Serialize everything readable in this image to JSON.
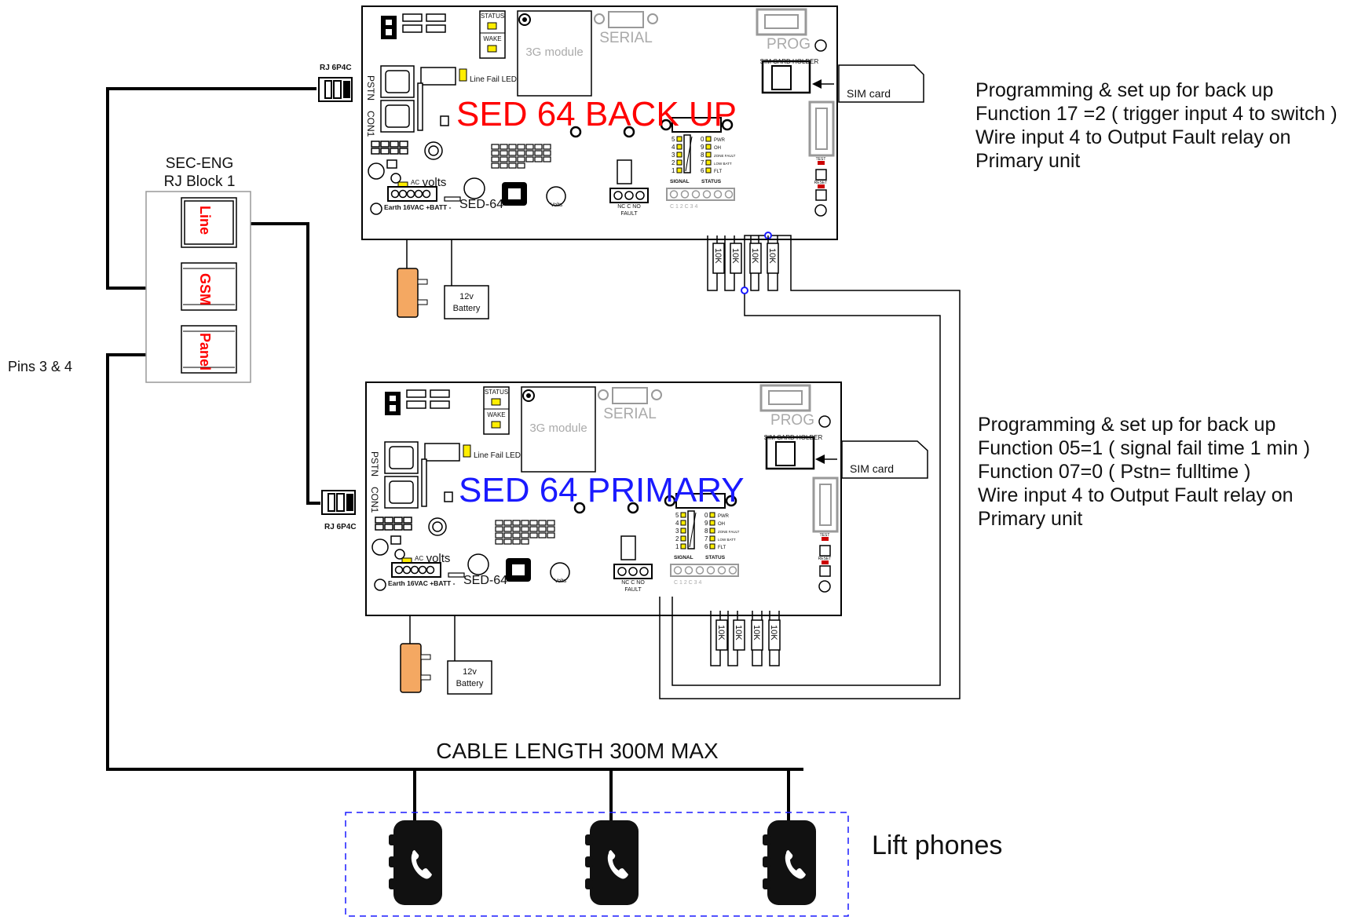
{
  "colors": {
    "backup": "#ff0000",
    "primary": "#1a1aff",
    "led": "#ffee00",
    "wire": "#000000",
    "gray": "#9a9a9a",
    "resistor": "#ffffff",
    "plug": "#f4a862"
  },
  "rj_block": {
    "title_line1": "SEC-ENG",
    "title_line2": "RJ Block 1",
    "ports": [
      "Line",
      "GSM",
      "Panel"
    ]
  },
  "pins_label": "Pins 3 & 4",
  "boards": [
    {
      "key": "backup",
      "title": "SED 64  BACK UP",
      "rj_label": "RJ  6P4C",
      "status": "STATUS",
      "wake": "WAKE",
      "module": "3G module",
      "serial": "SERIAL",
      "prog": "PROG",
      "sim_holder": "SIM CARD HOLDER",
      "line_fail": "Line Fail LED",
      "pstn": "PSTN",
      "con1": "CON1",
      "volts": "volts",
      "ac": "AC",
      "power_terminal": "Earth 16VAC +BATT -",
      "model": "SED-64",
      "volts_small": "Volts",
      "fault_terminals": "NC   C   NO",
      "fault": "FAULT",
      "signal_numbers": [
        "5",
        "4",
        "3",
        "2",
        "1"
      ],
      "status_numbers": [
        "0",
        "9",
        "8",
        "7",
        "6"
      ],
      "status_labels": [
        "PWR",
        "OH",
        "ZONE FAULT",
        "LOW BATT",
        "FLT"
      ],
      "signal_label": "SIGNAL",
      "status_label": "STATUS",
      "input_terminals": "C   1   2   C   3   4",
      "resistors": [
        "10K",
        "10K",
        "10K",
        "10K"
      ],
      "test": "TEST",
      "reset": "RESET",
      "battery_line1": "12v",
      "battery_line2": "Battery",
      "sim_card": "SIM card"
    },
    {
      "key": "primary",
      "title": "SED 64  PRIMARY",
      "rj_label": "RJ  6P4C",
      "status": "STATUS",
      "wake": "WAKE",
      "module": "3G module",
      "serial": "SERIAL",
      "prog": "PROG",
      "sim_holder": "SIM CARD HOLDER",
      "line_fail": "Line Fail LED",
      "pstn": "PSTN",
      "con1": "CON1",
      "volts": "volts",
      "ac": "AC",
      "power_terminal": "Earth 16VAC +BATT -",
      "model": "SED-64",
      "volts_small": "Volts",
      "fault_terminals": "NC   C   NO",
      "fault": "FAULT",
      "signal_numbers": [
        "5",
        "4",
        "3",
        "2",
        "1"
      ],
      "status_numbers": [
        "0",
        "9",
        "8",
        "7",
        "6"
      ],
      "status_labels": [
        "PWR",
        "OH",
        "ZONE FAULT",
        "LOW BATT",
        "FLT"
      ],
      "signal_label": "SIGNAL",
      "status_label": "STATUS",
      "input_terminals": "C   1   2   C   3   4",
      "resistors": [
        "10K",
        "10K",
        "10K",
        "10K"
      ],
      "test": "TEST",
      "reset": "RESET",
      "battery_line1": "12v",
      "battery_line2": "Battery",
      "sim_card": "SIM card"
    }
  ],
  "notes": {
    "backup": [
      "Programming & set up  for back up",
      "Function 17 =2 ( trigger input 4 to switch )",
      "Wire input 4 to Output Fault relay on",
      "Primary unit"
    ],
    "primary": [
      "Programming & set up  for back up",
      "Function 05=1 ( signal fail time 1 min )",
      "Function 07=0 ( Pstn= fulltime )",
      "Wire input 4 to Output Fault relay on",
      "Primary unit"
    ]
  },
  "cable_label": "CABLE LENGTH 300M MAX",
  "lift_phones_label": "Lift phones",
  "phones": [
    {
      "icon": "lift-phone-icon"
    },
    {
      "icon": "lift-phone-icon"
    },
    {
      "icon": "lift-phone-icon"
    }
  ]
}
